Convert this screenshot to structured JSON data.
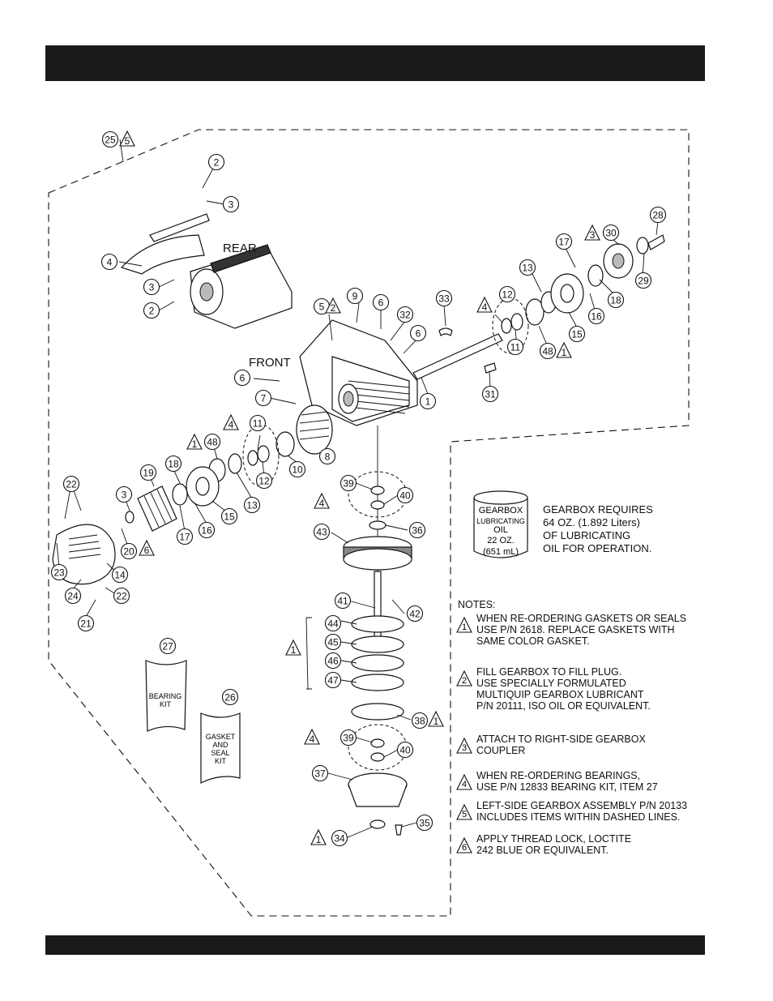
{
  "header": {
    "title": ""
  },
  "labels": {
    "rear": "REAR",
    "front": "FRONT"
  },
  "oil_can": {
    "line1": "GEARBOX",
    "line2": "LUBRICATING",
    "line3": "OIL",
    "line4": "22 OZ.",
    "line5": "(651 mL)"
  },
  "kits": {
    "bearing_kit": [
      "BEARING",
      "KIT"
    ],
    "gasket_kit": [
      "GASKET",
      "AND",
      "SEAL",
      "KIT"
    ]
  },
  "requirement": {
    "lines": [
      "GEARBOX REQUIRES",
      "64 OZ.  (1.892 Liters)",
      "OF LUBRICATING",
      "OIL FOR OPERATION."
    ]
  },
  "notes": {
    "title": "NOTES:",
    "items": [
      {
        "num": "1",
        "lines": [
          "WHEN RE-ORDERING GASKETS OR SEALS",
          "USE P/N 2618. REPLACE GASKETS WITH",
          "SAME COLOR GASKET."
        ]
      },
      {
        "num": "2",
        "lines": [
          "FILL GEARBOX TO FILL PLUG.",
          "USE SPECIALLY FORMULATED",
          "MULTIQUIP GEARBOX LUBRICANT",
          "P/N 20111, ISO OIL OR EQUIVALENT."
        ]
      },
      {
        "num": "3",
        "lines": [
          "ATTACH TO RIGHT-SIDE GEARBOX",
          "COUPLER"
        ]
      },
      {
        "num": "4",
        "lines": [
          "WHEN RE-ORDERING BEARINGS,",
          "USE P/N 12833 BEARING KIT, ITEM 27"
        ]
      },
      {
        "num": "5",
        "lines": [
          "LEFT-SIDE GEARBOX ASSEMBLY P/N 20133",
          "INCLUDES  ITEMS WITHIN DASHED LINES."
        ]
      },
      {
        "num": "6",
        "lines": [
          "APPLY THREAD LOCK, LOCTITE",
          "242 BLUE OR EQUIVALENT."
        ]
      }
    ]
  },
  "callouts": [
    "25",
    "2",
    "3",
    "4",
    "3",
    "2",
    "5",
    "9",
    "6",
    "32",
    "6",
    "33",
    "12",
    "11",
    "13",
    "17",
    "30",
    "28",
    "18",
    "16",
    "15",
    "29",
    "48",
    "1",
    "31",
    "6",
    "7",
    "8",
    "10",
    "11",
    "12",
    "48",
    "13",
    "15",
    "16",
    "17",
    "18",
    "19",
    "3",
    "20",
    "22",
    "23",
    "24",
    "14",
    "22",
    "21",
    "27",
    "26",
    "39",
    "40",
    "36",
    "43",
    "41",
    "42",
    "44",
    "45",
    "46",
    "47",
    "38",
    "39",
    "40",
    "37",
    "34",
    "35"
  ],
  "triangles": [
    "5",
    "2",
    "3",
    "4",
    "1",
    "4",
    "1",
    "6",
    "4",
    "1",
    "1",
    "4",
    "1"
  ]
}
